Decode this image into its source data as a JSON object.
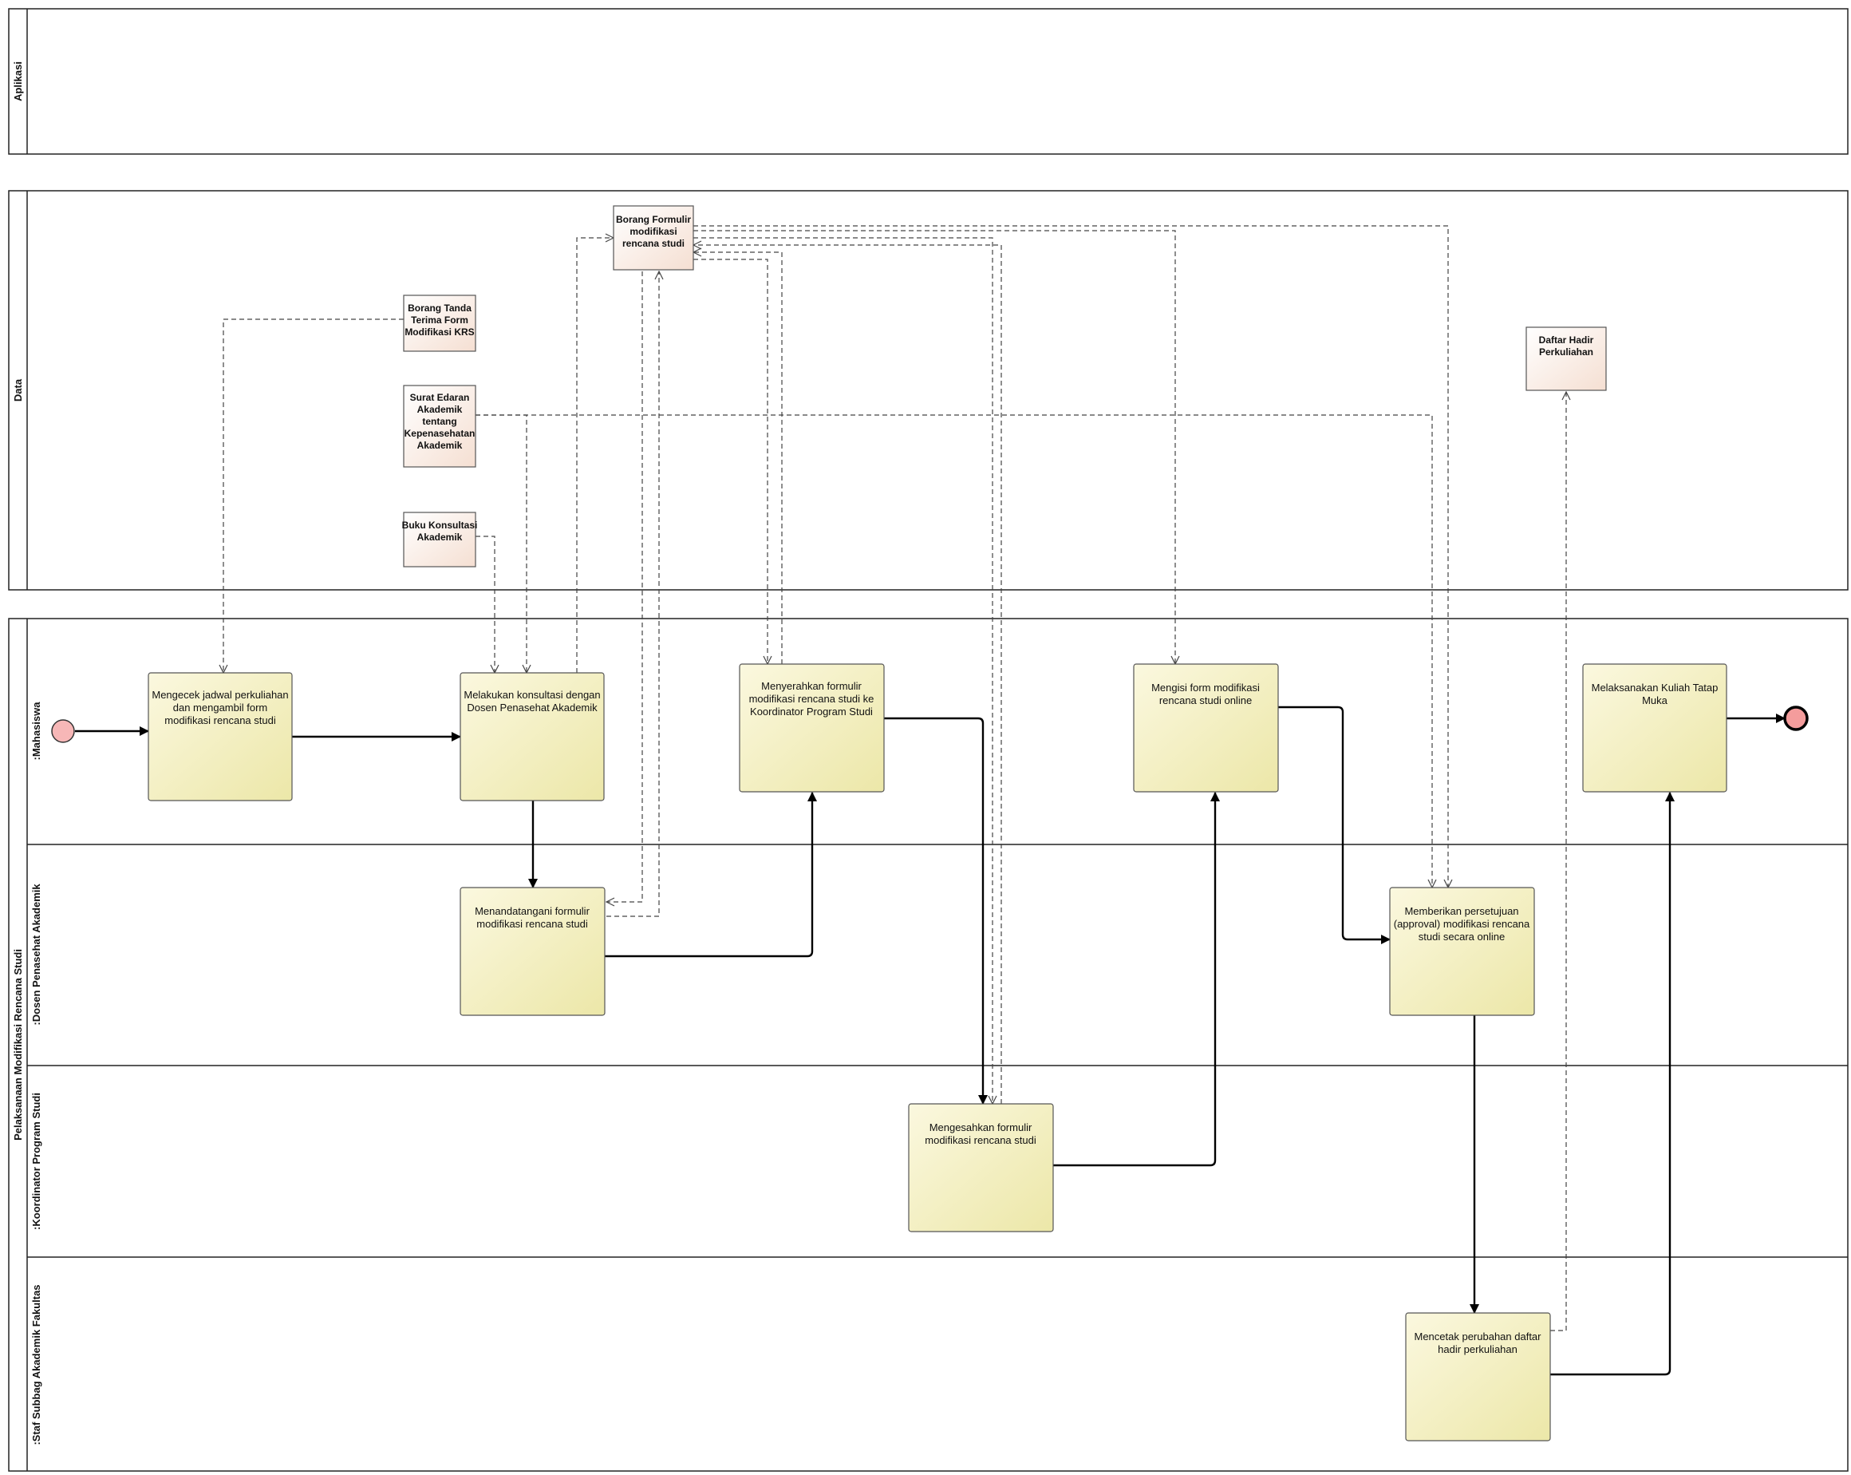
{
  "pools": {
    "aplikasi": "Aplikasi",
    "data": "Data",
    "process": "Pelaksanaan Modifikasi Rencana Studi"
  },
  "lanes": {
    "mahasiswa": ":Mahasiswa",
    "dosen": ":Dosen Penasehat Akademik",
    "koordinator": ":Koordinator Program Studi",
    "staf": ":Staf Subbag Akademik Fakultas"
  },
  "data_objects": {
    "borang_formulir": [
      "Borang Formulir",
      "modifikasi",
      "rencana studi"
    ],
    "borang_tanda": [
      "Borang Tanda",
      "Terima Form",
      "Modifikasi KRS"
    ],
    "surat_edaran": [
      "Surat Edaran",
      "Akademik",
      "tentang",
      "Kepenasehatan",
      "Akademik"
    ],
    "buku_konsultasi": [
      "Buku Konsultasi",
      "Akademik"
    ],
    "daftar_hadir": [
      "Daftar Hadir",
      "Perkuliahan"
    ]
  },
  "tasks": {
    "mengecek": [
      "Mengecek jadwal perkuliahan",
      "dan mengambil form",
      "modifikasi rencana studi"
    ],
    "konsultasi": [
      "Melakukan konsultasi dengan",
      "Dosen Penasehat Akademik"
    ],
    "menyerahkan": [
      "Menyerahkan formulir",
      "modifikasi rencana studi ke",
      "Koordinator Program Studi"
    ],
    "mengisi": [
      "Mengisi form modifikasi",
      "rencana studi online"
    ],
    "kuliah": [
      "Melaksanakan Kuliah Tatap",
      "Muka"
    ],
    "menandatangani": [
      "Menandatangani formulir",
      "modifikasi rencana studi"
    ],
    "persetujuan": [
      "Memberikan persetujuan",
      "(approval) modifikasi rencana",
      "studi secara online"
    ],
    "mengesahkan": [
      "Mengesahkan formulir",
      "modifikasi rencana studi"
    ],
    "mencetak": [
      "Mencetak perubahan daftar",
      "hadir perkuliahan"
    ]
  },
  "colors": {
    "task_fill_light": "#fbf8df",
    "task_fill_dark": "#ece7a8",
    "data_fill_light": "#ffffff",
    "data_fill_dark": "#f5dfd2",
    "start_event": "#f7b7b7",
    "end_event": "#f49c9c"
  }
}
